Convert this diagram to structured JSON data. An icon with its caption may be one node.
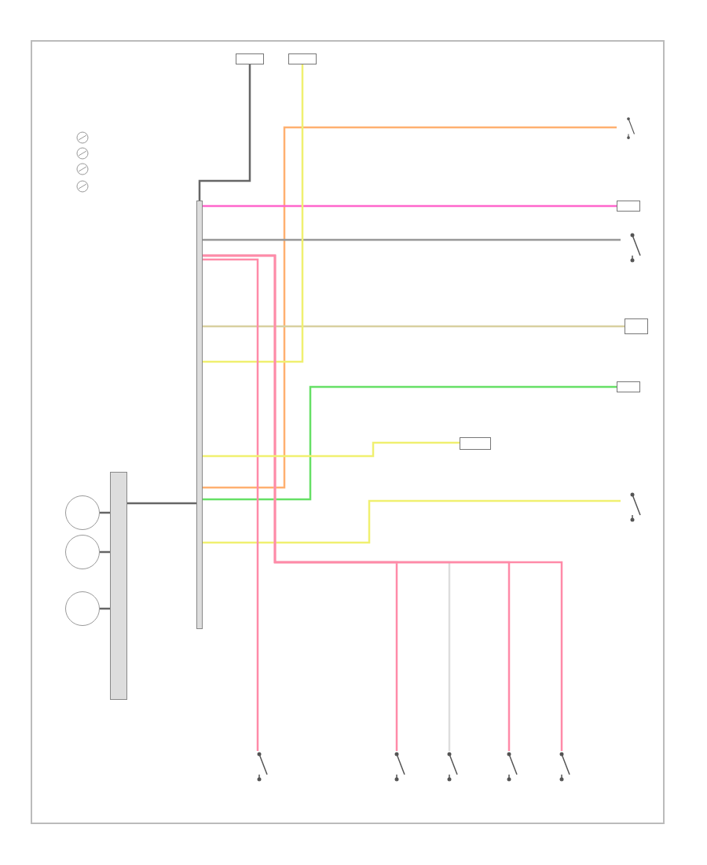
{
  "diagram": {
    "nodes": [
      {
        "text": [],
        "shape": "bar"
      },
      {
        "text": [],
        "shape": "box"
      },
      {
        "text": [],
        "shape": "box"
      },
      {
        "text": [],
        "shape": "switch"
      },
      {
        "text": [],
        "shape": "box"
      },
      {
        "text": [],
        "shape": "switch"
      },
      {
        "text": [],
        "shape": "box"
      },
      {
        "text": [],
        "shape": "box"
      },
      {
        "text": [],
        "shape": "switch"
      },
      {
        "text": [],
        "shape": "box"
      },
      {
        "text": [],
        "shape": "switch"
      },
      {
        "text": [],
        "shape": "switch"
      },
      {
        "text": [],
        "shape": "switch"
      },
      {
        "text": [],
        "shape": "switch"
      },
      {
        "text": [],
        "shape": "switch"
      },
      {
        "text": [],
        "shape": "circle"
      },
      {
        "text": [],
        "shape": "circle"
      },
      {
        "text": [],
        "shape": "circle"
      },
      {
        "text": [],
        "shape": "bar"
      }
    ],
    "edges": [
      {
        "from": 0,
        "to": 3,
        "arrow": "none",
        "color": "#ffb070"
      },
      {
        "from": 0,
        "to": 4,
        "arrow": "none",
        "color": "#ff66cc"
      },
      {
        "from": 0,
        "to": 5,
        "arrow": "none",
        "color": "#999999"
      },
      {
        "from": 0,
        "to": 6,
        "arrow": "none",
        "color": "#d8d0a0"
      },
      {
        "from": 0,
        "to": 7,
        "arrow": "none",
        "color": "#66e066"
      },
      {
        "from": 0,
        "to": 8,
        "arrow": "none",
        "color": "#f0f070"
      },
      {
        "from": 1,
        "to": 0,
        "arrow": "none"
      },
      {
        "from": 2,
        "to": 0,
        "arrow": "none",
        "color": "#f0f070"
      },
      {
        "from": 0,
        "to": 10,
        "arrow": "none",
        "color": "#ff8aa8"
      },
      {
        "from": 0,
        "to": 11,
        "arrow": "none",
        "color": "#ff8aa8"
      },
      {
        "from": 0,
        "to": 12,
        "arrow": "none",
        "color": "#dddddd"
      },
      {
        "from": 0,
        "to": 13,
        "arrow": "none",
        "color": "#ff8aa8"
      },
      {
        "from": 0,
        "to": 14,
        "arrow": "none",
        "color": "#ff8aa8"
      },
      {
        "from": 0,
        "to": 9,
        "arrow": "none",
        "color": "#f0f070"
      },
      {
        "from": 15,
        "to": 18,
        "arrow": "none"
      },
      {
        "from": 16,
        "to": 18,
        "arrow": "none"
      },
      {
        "from": 17,
        "to": 18,
        "arrow": "none"
      },
      {
        "from": 18,
        "to": 0,
        "arrow": "none"
      }
    ]
  }
}
